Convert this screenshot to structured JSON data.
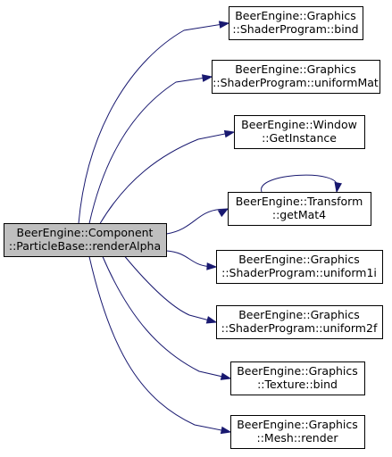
{
  "graph": {
    "root": {
      "id": "root",
      "lines": [
        "BeerEngine::Component",
        "::ParticleBase::renderAlpha"
      ],
      "fill": "#bfbfbf",
      "border": "#000000"
    },
    "callees": [
      {
        "id": "bind_shader",
        "lines": [
          "BeerEngine::Graphics",
          "::ShaderProgram::bind"
        ]
      },
      {
        "id": "uniform_mat",
        "lines": [
          "BeerEngine::Graphics",
          "::ShaderProgram::uniformMat"
        ]
      },
      {
        "id": "get_instance",
        "lines": [
          "BeerEngine::Window",
          "::GetInstance"
        ]
      },
      {
        "id": "get_mat4",
        "lines": [
          "BeerEngine::Transform",
          "::getMat4"
        ],
        "self_loop": true
      },
      {
        "id": "uniform_1i",
        "lines": [
          "BeerEngine::Graphics",
          "::ShaderProgram::uniform1i"
        ]
      },
      {
        "id": "uniform_2f",
        "lines": [
          "BeerEngine::Graphics",
          "::ShaderProgram::uniform2f"
        ]
      },
      {
        "id": "texture_bind",
        "lines": [
          "BeerEngine::Graphics",
          "::Texture::bind"
        ]
      },
      {
        "id": "mesh_render",
        "lines": [
          "BeerEngine::Graphics",
          "::Mesh::render"
        ]
      }
    ],
    "colors": {
      "edge": "#191970",
      "node_fill": "#ffffff",
      "node_border": "#000000"
    }
  }
}
